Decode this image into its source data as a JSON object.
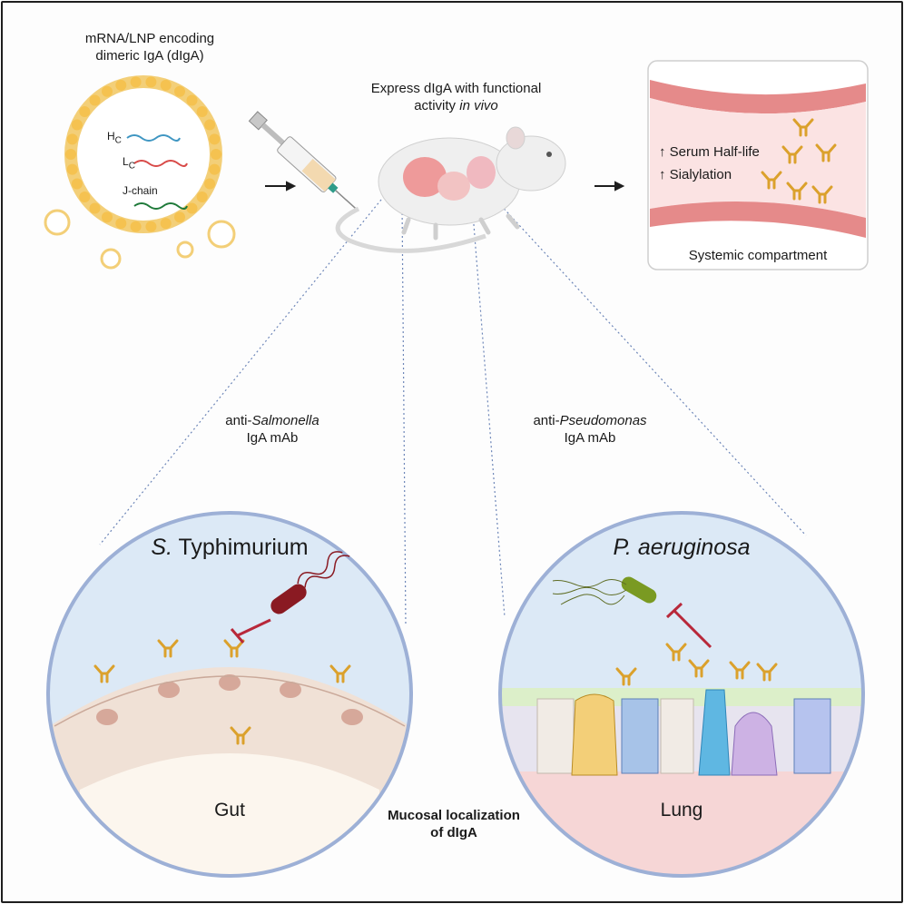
{
  "lnp": {
    "title_line1": "mRNA/LNP encoding",
    "title_line2": "dimeric IgA (dIgA)",
    "hc_main": "H",
    "hc_sub": "C",
    "lc_main": "L",
    "lc_sub": "C",
    "jchain": "J-chain"
  },
  "express": {
    "line1": "Express dIgA with functional",
    "line2_pre": "activity ",
    "line2_it": "in vivo"
  },
  "systemic": {
    "arrow1": "↑",
    "serum": "Serum Half-life",
    "arrow2": "↑",
    "sialylation": "Sialylation",
    "caption": "Systemic compartment"
  },
  "gut_mab": {
    "pre": "anti-",
    "it": "Salmonella",
    "line2": "IgA mAb"
  },
  "lung_mab": {
    "pre": "anti-",
    "it": "Pseudomonas",
    "line2": "IgA mAb"
  },
  "gut": {
    "title_it": "S.",
    "title_rest": " Typhimurium",
    "label": "Gut"
  },
  "lung": {
    "title": "P. aeruginosa",
    "label": "Lung"
  },
  "mucosal": {
    "line1": "Mucosal localization",
    "line2": "of dIgA"
  },
  "colors": {
    "lipid": "#f5c250",
    "iga": "#e0a020",
    "iga_dark": "#b07810",
    "vessel": "#e58a8a",
    "vessel_inner": "#fbe3e3",
    "gut_cell": "#f0e1d6",
    "gut_nucleus": "#d6a89a",
    "lumen": "#dce9f6",
    "inhibit": "#b8283a",
    "salmonella": "#8a1a22",
    "pseudomonas": "#7a9a22"
  }
}
